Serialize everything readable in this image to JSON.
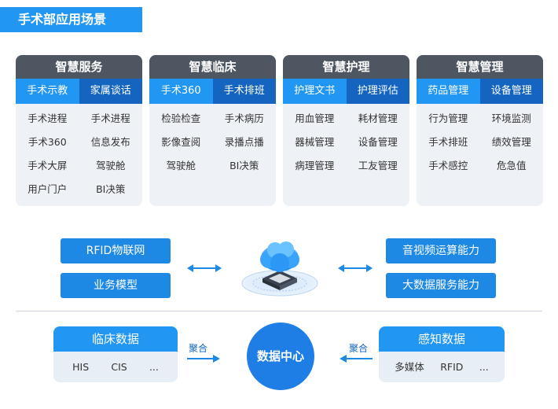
{
  "title": "手术部应用场景",
  "cards": [
    {
      "header": "智慧服务",
      "tabs": [
        "手术示教",
        "家属谈话"
      ],
      "items": [
        "手术进程",
        "手术进程",
        "手术360",
        "信息发布",
        "手术大屏",
        "驾驶舱",
        "用户门户",
        "BI决策"
      ]
    },
    {
      "header": "智慧临床",
      "tabs": [
        "手术360",
        "手术排班"
      ],
      "items": [
        "检验检查",
        "手术病历",
        "影像查阅",
        "录播点播",
        "驾驶舱",
        "BI决策"
      ]
    },
    {
      "header": "智慧护理",
      "tabs": [
        "护理文书",
        "护理评估"
      ],
      "items": [
        "用血管理",
        "耗材管理",
        "器械管理",
        "设备管理",
        "病理管理",
        "工友管理"
      ]
    },
    {
      "header": "智慧管理",
      "tabs": [
        "药品管理",
        "设备管理"
      ],
      "items": [
        "行为管理",
        "环境监测",
        "手术排班",
        "绩效管理",
        "手术感控",
        "危急值"
      ]
    }
  ],
  "left_capabilities": [
    "RFID物联网",
    "业务模型"
  ],
  "right_capabilities": [
    "音视频运算能力",
    "大数据服务能力"
  ],
  "clinical_data": {
    "title": "临床数据",
    "items": [
      "HIS",
      "CIS",
      "..."
    ]
  },
  "sensing_data": {
    "title": "感知数据",
    "items": [
      "多媒体",
      "RFID",
      "..."
    ]
  },
  "center": "数据中心",
  "aggregate_label_left": "聚合",
  "aggregate_label_right": "聚合",
  "colors": {
    "accent": "#2196f3",
    "dark_tab": "#1565c0",
    "card_header": "#4e5662",
    "card_bg": "#eef1f6"
  },
  "icons": {
    "center_graphic": "cloud-chip-icon"
  }
}
